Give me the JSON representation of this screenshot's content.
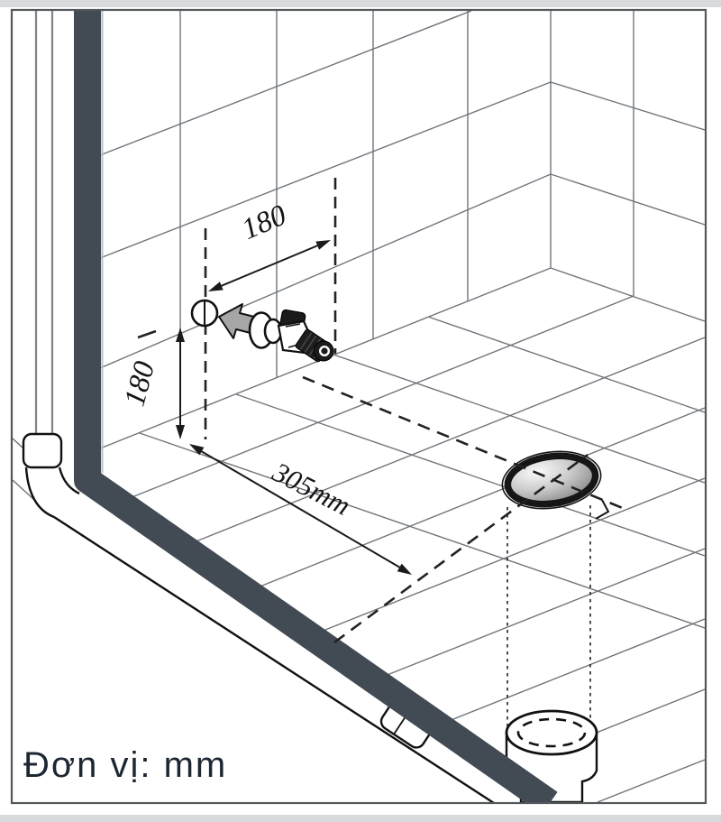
{
  "diagram": {
    "type": "bathroom-installation-diagram",
    "caption": "Đơn vị: mm",
    "dimensions": {
      "wall_horizontal": "180",
      "wall_vertical": "180",
      "floor_to_drain": "305mm"
    },
    "colors": {
      "bar": "#424b54",
      "tile_line": "#70757b",
      "ink": "#1a1a1a",
      "arrow_fill": "#a6a6a6",
      "edge_band": "#d8dadc"
    }
  }
}
